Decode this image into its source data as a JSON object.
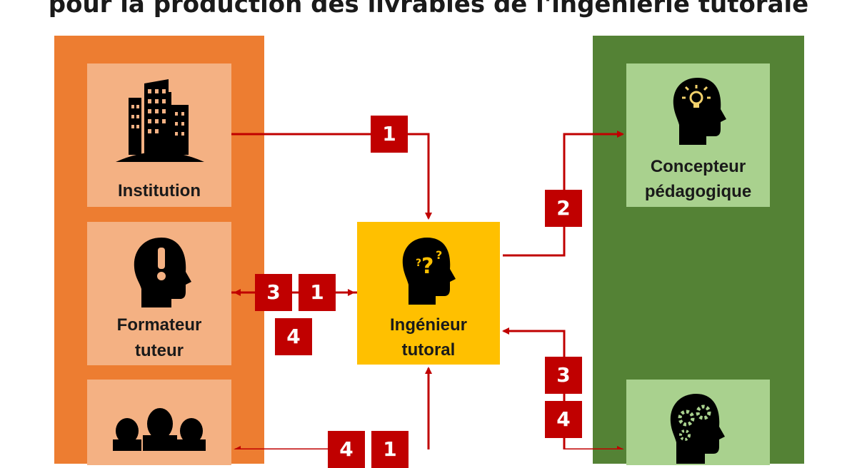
{
  "title": "pour la production des livrables de l'ingénierie tutorale",
  "colors": {
    "left_column": "#ed7d31",
    "right_column": "#548235",
    "peach_box": "#f4b183",
    "green_box": "#a9d18e",
    "center_box": "#ffc000",
    "arrow": "#c00000"
  },
  "nodes": {
    "institution": {
      "label": "Institution",
      "icon": "buildings-icon"
    },
    "formateur": {
      "line1": "Formateur",
      "line2": "tuteur",
      "icon": "head-exclamation-icon"
    },
    "group": {
      "icon": "people-group-icon"
    },
    "concepteur": {
      "line1": "Concepteur",
      "line2": "pédagogique",
      "icon": "head-lightbulb-icon"
    },
    "ingenieur": {
      "line1": "Ingénieur",
      "line2": "tutoral",
      "icon": "head-question-icon"
    },
    "bottom_right": {
      "icon": "head-gears-icon"
    }
  },
  "badges": {
    "institution_to_ingenieur": "1",
    "ingenieur_to_concepteur": "2",
    "ingenieur_to_formateur": "3",
    "formateur_to_ingenieur": "1",
    "formateur_step4": "4",
    "right_step3": "3",
    "right_step4": "4",
    "bottom_step4": "4",
    "bottom_step1": "1"
  }
}
